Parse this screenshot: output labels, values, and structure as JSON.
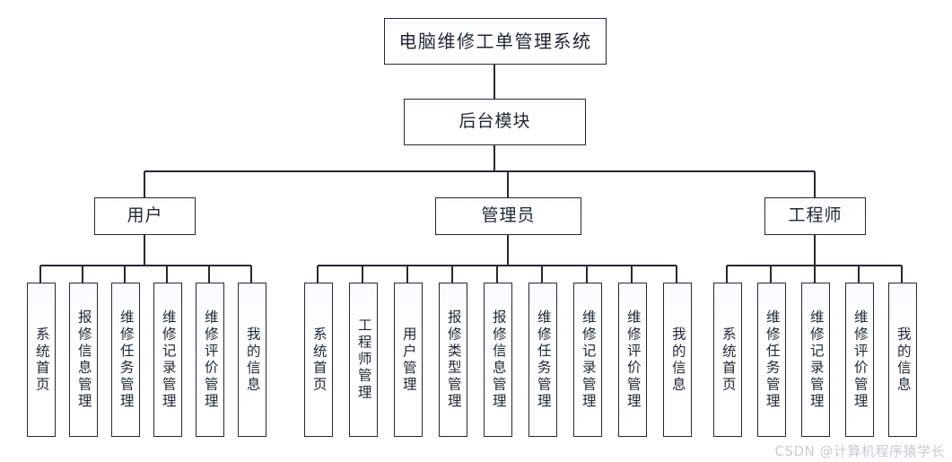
{
  "diagram": {
    "type": "organization-tree",
    "title": "电脑维修工单管理系统",
    "root": {
      "label": "电脑维修工单管理系统"
    },
    "level2": {
      "label": "后台模块"
    },
    "branches": [
      {
        "label": "用户",
        "leaves": [
          "系统首页",
          "报修信息管理",
          "维修任务管理",
          "维修记录管理",
          "维修评价管理",
          "我的信息"
        ]
      },
      {
        "label": "管理员",
        "leaves": [
          "系统首页",
          "工程师管理",
          "用户管理",
          "报修类型管理",
          "报修信息管理",
          "维修任务管理",
          "维修记录管理",
          "维修评价管理",
          "我的信息"
        ]
      },
      {
        "label": "工程师",
        "leaves": [
          "系统首页",
          "维修任务管理",
          "维修记录管理",
          "维修评价管理",
          "我的信息"
        ]
      }
    ]
  },
  "watermark": {
    "text": "CSDN @计算机程序猿学长"
  },
  "colors": {
    "line": "#26292e",
    "box_border": "#26292e",
    "text": "#1d2733",
    "background": "#ffffff",
    "watermark": "#c9cbcf"
  }
}
